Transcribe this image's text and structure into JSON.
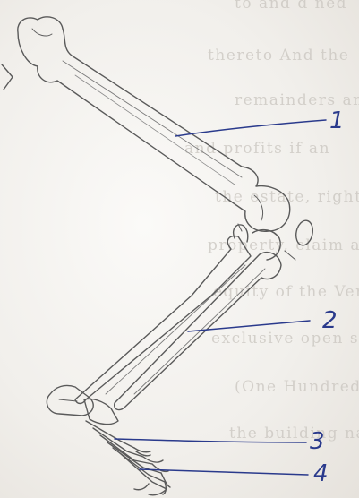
{
  "labels": [
    "1",
    "2",
    "3",
    "4"
  ],
  "background_text": [
    "to  and  d  ned",
    "thereto  And  the",
    "remainders  and",
    "and  profits  if  an",
    "the  estate,  right",
    "property,  claim  a",
    "equity  of  the  Ver",
    "exclusive  open  sea",
    "(One  Hundred  -",
    "the  building  nam"
  ],
  "colors": {
    "pencil": "#5a5a5a",
    "ink": "#2a3a8c",
    "bleed_text": "#c9c5bf"
  }
}
